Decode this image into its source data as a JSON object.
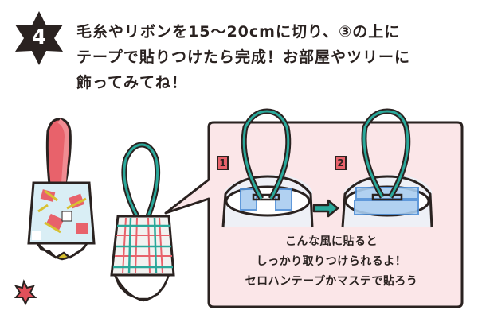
{
  "step": {
    "number": "4",
    "badge_icon": "six-point-star-icon"
  },
  "instructions": {
    "lines": [
      "毛糸やリボンを15〜20cmに切り、③の上に",
      "テープで貼りつけたら完成！お部屋やツリーに",
      "飾ってみてね！"
    ]
  },
  "illustrations": {
    "ornament_confetti": {
      "loop_color": "#e8626b",
      "body_color": "#d9eef5",
      "pompom_color": "#d8c030"
    },
    "ornament_plaid": {
      "loop_color": "#2aa89a",
      "body_color": "#f2f2f0",
      "pompom_color": "#e0505a"
    },
    "small_star_color": "#e0505a"
  },
  "bubble": {
    "background": "#fbe6e8",
    "panel1_label": "1",
    "panel2_label": "2",
    "caption_lines": [
      "こんな風に貼ると",
      "しっかり取りつけられるよ！",
      "セロハンテープかマステで貼ろう"
    ]
  },
  "colors": {
    "ink": "#2a2220",
    "teal": "#2aa89a",
    "red": "#e8626b",
    "tape_blue": "#7fb6e6",
    "pink_bg": "#fbe6e8"
  }
}
